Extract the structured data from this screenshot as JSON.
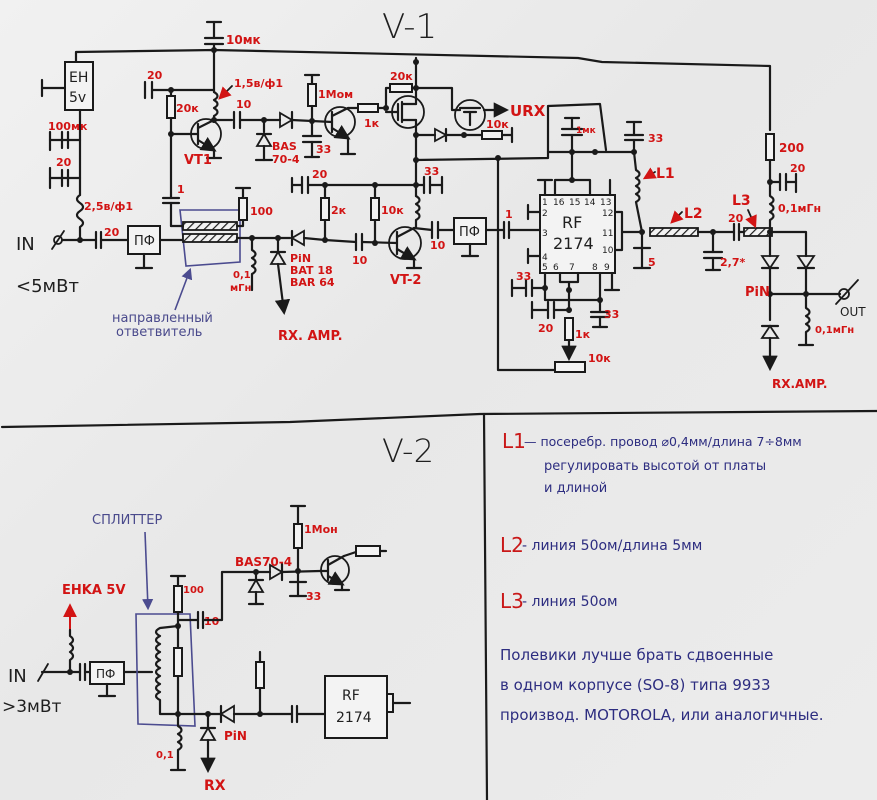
{
  "page": {
    "kind": "hand-drawn RF switch schematic on paper"
  },
  "v1": {
    "title": "V-1",
    "input": {
      "label": "IN",
      "power": "<5мВт"
    },
    "regulator": {
      "line1": "EH",
      "line2": "5v"
    },
    "labels": {
      "c_10mk": "10мк",
      "c_100mk": "100мк",
      "c_20_left": "20",
      "l_25": "2,5в/ф1",
      "c_20_in": "20",
      "bandpass_1": "ПФ",
      "c_20_vt1": "20",
      "r_20k_vt1": "20к",
      "l_15": "1,5в/ф1",
      "vt1": "VT1",
      "c_10_vt1": "10",
      "bas": "BAS",
      "bas_2": "70-4",
      "r_1mom": "1Мом",
      "c_33_det": "33",
      "r_1k": "1к",
      "r_20k_fet": "20к",
      "urx": "URX",
      "r_10k_fet": "10к",
      "c_1_coupler": "1",
      "r_100": "100",
      "c_20_vt2": "20",
      "r_2k": "2к",
      "r_10k_vt2": "10к",
      "c_33_vt2": "33",
      "c_10_base": "10",
      "c_10_out": "10",
      "vt2": "VT-2",
      "bandpass_2": "ПФ",
      "l_01": "0,1",
      "l_01_unit": "мГн",
      "pin": "PiN",
      "bat": "BAT 18",
      "bar": "BAR 64",
      "rx_amp_left": "RX. AMP.",
      "coupler_1": "направленный",
      "coupler_2": "ответвитель",
      "c_1mk": "1мк",
      "c_1_rf": "1",
      "rf_chip_1": "RF",
      "rf_chip_2": "2174",
      "c_33_l1": "33",
      "l1": "L1",
      "c_5": "5",
      "l2": "L2",
      "c_27": "2,7*",
      "c_20_l3": "20",
      "l3": "L3",
      "r_200": "200",
      "c_20_bias": "20",
      "l_01_right": "0,1мГн",
      "pin_right": "PiN",
      "out": "OUT",
      "l_01_out": "0,1мГн",
      "rx_amp_right": "RX.AMP.",
      "c_33_pin5": "33",
      "c_20_pin6": "20",
      "r_1k_bias": "1к",
      "c_33_pin8": "33",
      "pot_10k": "10к"
    },
    "rf_pins": [
      "1",
      "16",
      "15",
      "14",
      "13",
      "2",
      "12",
      "3",
      "11",
      "10",
      "4",
      "5",
      "6",
      "7",
      "8",
      "9"
    ]
  },
  "v2": {
    "title": "V-2",
    "input": {
      "label": "IN",
      "power": ">3мВт"
    },
    "labels": {
      "splitter": "СПЛИТТЕР",
      "enka": "EHKA 5V",
      "bandpass": "ПФ",
      "r_100": "100",
      "c_10": "10",
      "bas": "BAS70-4",
      "r_1mom": "1Мон",
      "c_33": "33",
      "pin": "PiN",
      "l_01": "0,1",
      "rx": "RX",
      "rf_chip_1": "RF",
      "rf_chip_2": "2174"
    }
  },
  "notes": {
    "l1_label": "L1",
    "l1_line1": "— посеребр. провод ⌀0,4мм/длина 7÷8мм",
    "l1_line2": "регулировать высотой от платы",
    "l1_line3": "и длиной",
    "l2_label": "L2",
    "l2_text": "- линия 50ом/длина 5мм",
    "l3_label": "L3",
    "l3_text": "- линия 50ом",
    "fet_line1": "Полевики лучше брать сдвоенные",
    "fet_line2": "в одном корпусе (SO-8) типа 9933",
    "fet_line3": "производ. MOTOROLA, или аналогичные."
  },
  "colors": {
    "ink": "#1a1a1a",
    "component_values": "#d21414",
    "notes": "#2d2d80",
    "coupler_outline": "#4b4b8f"
  }
}
